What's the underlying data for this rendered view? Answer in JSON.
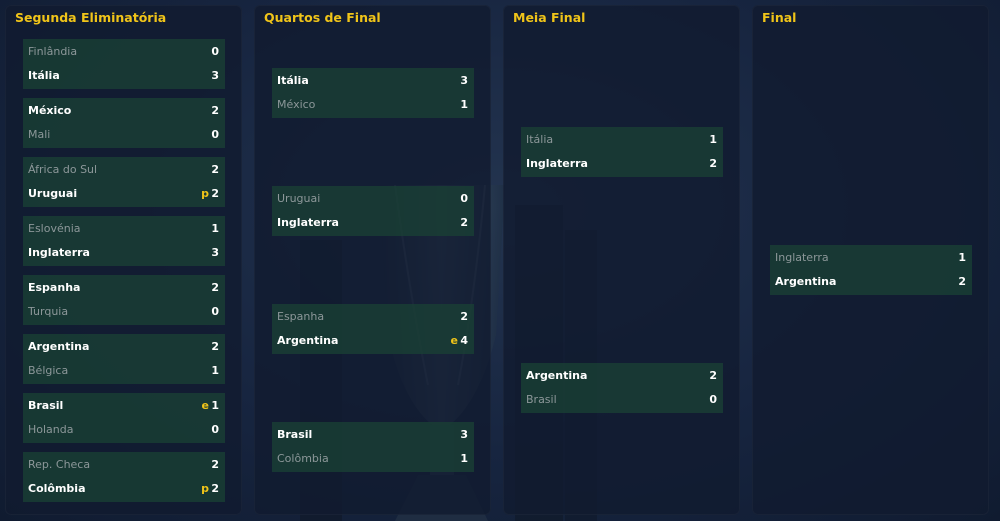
{
  "rounds": [
    {
      "title": "Segunda Eliminatória",
      "matches": [
        {
          "t1": "Finlândia",
          "s1": "0",
          "f1": "",
          "t2": "Itália",
          "s2": "3",
          "f2": "",
          "winner": 2
        },
        {
          "t1": "México",
          "s1": "2",
          "f1": "",
          "t2": "Mali",
          "s2": "0",
          "f2": "",
          "winner": 1
        },
        {
          "t1": "África do Sul",
          "s1": "2",
          "f1": "",
          "t2": "Uruguai",
          "s2": "2",
          "f2": "p",
          "winner": 2
        },
        {
          "t1": "Eslovénia",
          "s1": "1",
          "f1": "",
          "t2": "Inglaterra",
          "s2": "3",
          "f2": "",
          "winner": 2
        },
        {
          "t1": "Espanha",
          "s1": "2",
          "f1": "",
          "t2": "Turquia",
          "s2": "0",
          "f2": "",
          "winner": 1
        },
        {
          "t1": "Argentina",
          "s1": "2",
          "f1": "",
          "t2": "Bélgica",
          "s2": "1",
          "f2": "",
          "winner": 1
        },
        {
          "t1": "Brasil",
          "s1": "1",
          "f1": "e",
          "t2": "Holanda",
          "s2": "0",
          "f2": "",
          "winner": 1
        },
        {
          "t1": "Rep. Checa",
          "s1": "2",
          "f1": "",
          "t2": "Colômbia",
          "s2": "2",
          "f2": "p",
          "winner": 2
        }
      ]
    },
    {
      "title": "Quartos de Final",
      "matches": [
        {
          "t1": "Itália",
          "s1": "3",
          "f1": "",
          "t2": "México",
          "s2": "1",
          "f2": "",
          "winner": 1
        },
        {
          "t1": "Uruguai",
          "s1": "0",
          "f1": "",
          "t2": "Inglaterra",
          "s2": "2",
          "f2": "",
          "winner": 2
        },
        {
          "t1": "Espanha",
          "s1": "2",
          "f1": "",
          "t2": "Argentina",
          "s2": "4",
          "f2": "e",
          "winner": 2
        },
        {
          "t1": "Brasil",
          "s1": "3",
          "f1": "",
          "t2": "Colômbia",
          "s2": "1",
          "f2": "",
          "winner": 1
        }
      ]
    },
    {
      "title": "Meia Final",
      "matches": [
        {
          "t1": "Itália",
          "s1": "1",
          "f1": "",
          "t2": "Inglaterra",
          "s2": "2",
          "f2": "",
          "winner": 2
        },
        {
          "t1": "Argentina",
          "s1": "2",
          "f1": "",
          "t2": "Brasil",
          "s2": "0",
          "f2": "",
          "winner": 1
        }
      ]
    },
    {
      "title": "Final",
      "matches": [
        {
          "t1": "Inglaterra",
          "s1": "1",
          "f1": "",
          "t2": "Argentina",
          "s2": "2",
          "f2": "",
          "winner": 2
        }
      ]
    }
  ],
  "colors": {
    "accent": "#f0c419",
    "match_bg": "#194034",
    "panel_bg": "#111b30",
    "winner_text": "#ffffff",
    "loser_text": "#8c9799"
  },
  "background_image": {
    "icon": "trophy-icon"
  }
}
